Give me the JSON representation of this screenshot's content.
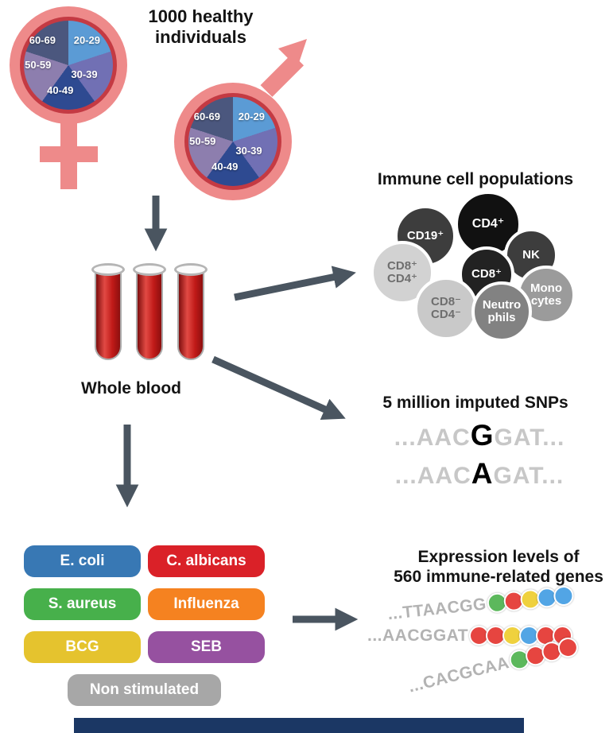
{
  "header": {
    "title_line1": "1000 healthy",
    "title_line2": "individuals"
  },
  "demographics": {
    "age_groups": [
      "20-29",
      "30-39",
      "40-49",
      "50-59",
      "60-69"
    ],
    "slice_colors": [
      "#5b9bd5",
      "#7170b4",
      "#2e4a91",
      "#8d7eae",
      "#4b577e"
    ],
    "symbol_color": "#ee8a8a",
    "ring_color": "#c43a43"
  },
  "blood": {
    "label": "Whole blood"
  },
  "immune": {
    "title": "Immune cell populations",
    "cells": [
      {
        "id": "cd19",
        "lines": [
          "CD19⁺"
        ]
      },
      {
        "id": "cd4",
        "lines": [
          "CD4⁺"
        ]
      },
      {
        "id": "nk",
        "lines": [
          "NK"
        ]
      },
      {
        "id": "cd8",
        "lines": [
          "CD8⁺"
        ]
      },
      {
        "id": "cd8pos-cd4pos",
        "lines": [
          "CD8⁺",
          "CD4⁺"
        ]
      },
      {
        "id": "monocytes",
        "lines": [
          "Mono",
          "cytes"
        ]
      },
      {
        "id": "cd8neg-cd4neg",
        "lines": [
          "CD8⁻",
          "CD4⁻"
        ]
      },
      {
        "id": "neutrophils",
        "lines": [
          "Neutro",
          "phils"
        ]
      }
    ]
  },
  "snps": {
    "title": "5 million imputed SNPs",
    "sequences": [
      {
        "prefix": "...AAC",
        "variant": "G",
        "suffix": "GAT..."
      },
      {
        "prefix": "...AAC",
        "variant": "A",
        "suffix": "GAT..."
      }
    ]
  },
  "stimulations": {
    "items": [
      {
        "label": "E. coli",
        "color": "#3878b4"
      },
      {
        "label": "C. albicans",
        "color": "#da2128"
      },
      {
        "label": "S. aureus",
        "color": "#47b04b"
      },
      {
        "label": "Influenza",
        "color": "#f58220"
      },
      {
        "label": "BCG",
        "color": "#e5c32e"
      },
      {
        "label": "SEB",
        "color": "#9651a0"
      },
      {
        "label": "Non stimulated",
        "color": "#a7a7a7"
      }
    ]
  },
  "expression": {
    "title_line1": "Expression levels of",
    "title_line2": "560 immune-related genes",
    "bead_colors": {
      "green": "#5cb85c",
      "red": "#e64540",
      "yellow": "#efd13e",
      "blue": "#52a5e5"
    },
    "rows": [
      {
        "seq": "...TTAACGG",
        "beads": [
          "green",
          "red",
          "yellow",
          "blue",
          "blue"
        ]
      },
      {
        "seq": "...AACGGAT",
        "beads": [
          "red",
          "red",
          "yellow",
          "blue",
          "red",
          "red"
        ]
      },
      {
        "seq": "...CACGCAA",
        "beads": [
          "green",
          "red",
          "red",
          "red"
        ]
      }
    ]
  },
  "colors": {
    "arrow": "#4a5560"
  }
}
